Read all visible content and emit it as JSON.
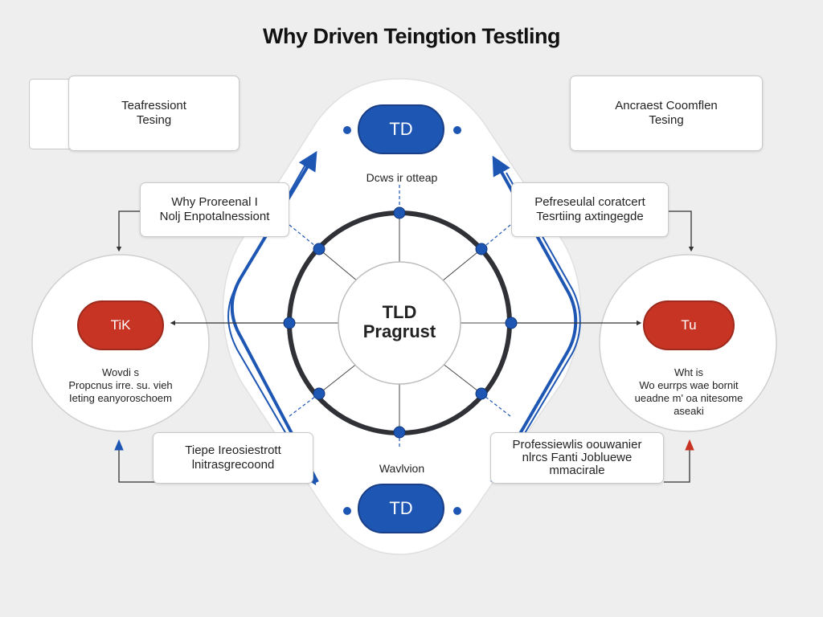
{
  "title": "Why Driven Teingtion Testling",
  "colors": {
    "blue": "#1d56b3",
    "red": "#c73424",
    "ring": "#2f3136",
    "background": "#eeeeee"
  },
  "center": {
    "line1": "TLD",
    "line2": "Pragrust"
  },
  "top": {
    "pill": "TD",
    "caption": "Dcws ir otteap"
  },
  "bottom": {
    "pill": "TD",
    "caption": "Wavlvion"
  },
  "left": {
    "pill": "TiK",
    "line1": "Wovdi s",
    "line2": "Propcnus irre. su. vieh",
    "line3": "Ieting eanyoroschoem"
  },
  "right": {
    "pill": "Tu",
    "line1": "Wht is",
    "line2": "Wo eurrps wae bornit",
    "line3": "ueadne m' oa nitesome",
    "line4": "aseaki"
  },
  "cards": {
    "top_left": {
      "line1": "Teafressiont",
      "line2": "Tesing"
    },
    "top_right": {
      "line1": "Ancraest Coomflen",
      "line2": "Tesing"
    },
    "mid_left": {
      "line1": "Why Proreenal I",
      "line2": "Nolj Enpotalnessiont"
    },
    "mid_right": {
      "line1": "Pefreseulal coratcert",
      "line2": "Tesrtiing axtingegde"
    },
    "bottom_left": {
      "line1": "Tiepe Ireosiestrott",
      "line2": "lnitrasgrecoond"
    },
    "bottom_right": {
      "line1": "Professiewlis oouwanier",
      "line2": "nlrcs Fanti Jobluewe",
      "line3": "mmacirale"
    }
  }
}
